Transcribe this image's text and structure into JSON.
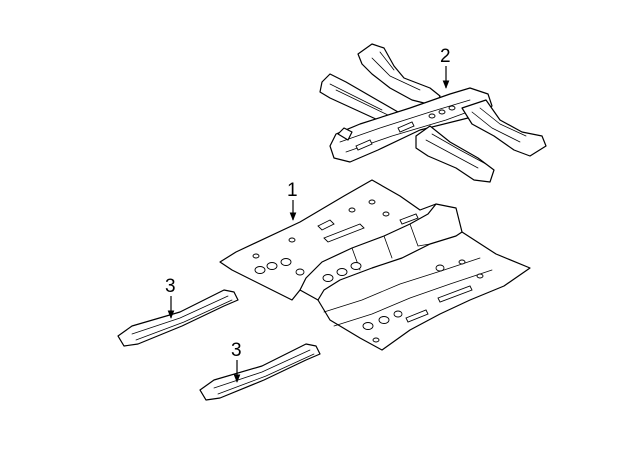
{
  "parts": [
    {
      "id": "floor-pan",
      "callout": "1"
    },
    {
      "id": "rear-floor-crossmember",
      "callout": "2"
    },
    {
      "id": "rocker-reinforcement-upper",
      "callout": "3"
    },
    {
      "id": "rocker-reinforcement-lower",
      "callout": "3"
    }
  ]
}
